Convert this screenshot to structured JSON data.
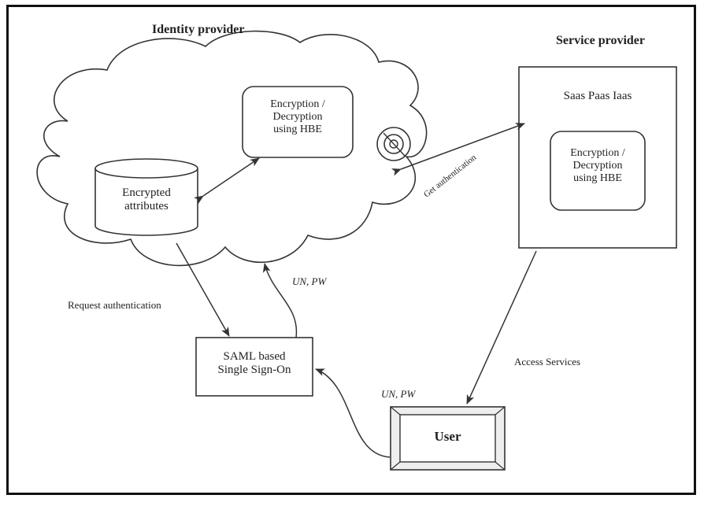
{
  "identity_provider": {
    "title": "Identity provider",
    "encrypted_store": "Encrypted\nattributes",
    "hbe_box": "Encryption /\nDecryption\nusing HBE"
  },
  "service_provider": {
    "title": "Service provider",
    "services": "Saas Paas Iaas",
    "hbe_box": "Encryption /\nDecryption\nusing HBE"
  },
  "sso_box": "SAML based\nSingle Sign-On",
  "user_box": "User",
  "edges": {
    "request_authentication": "Request authentication",
    "un_pw_top": "UN, PW",
    "un_pw_bottom": "UN, PW",
    "get_authentication": "Get authentication",
    "access_services": "Access Services"
  },
  "colors": {
    "stroke": "#333333",
    "text": "#222222",
    "frame": "#111111"
  }
}
